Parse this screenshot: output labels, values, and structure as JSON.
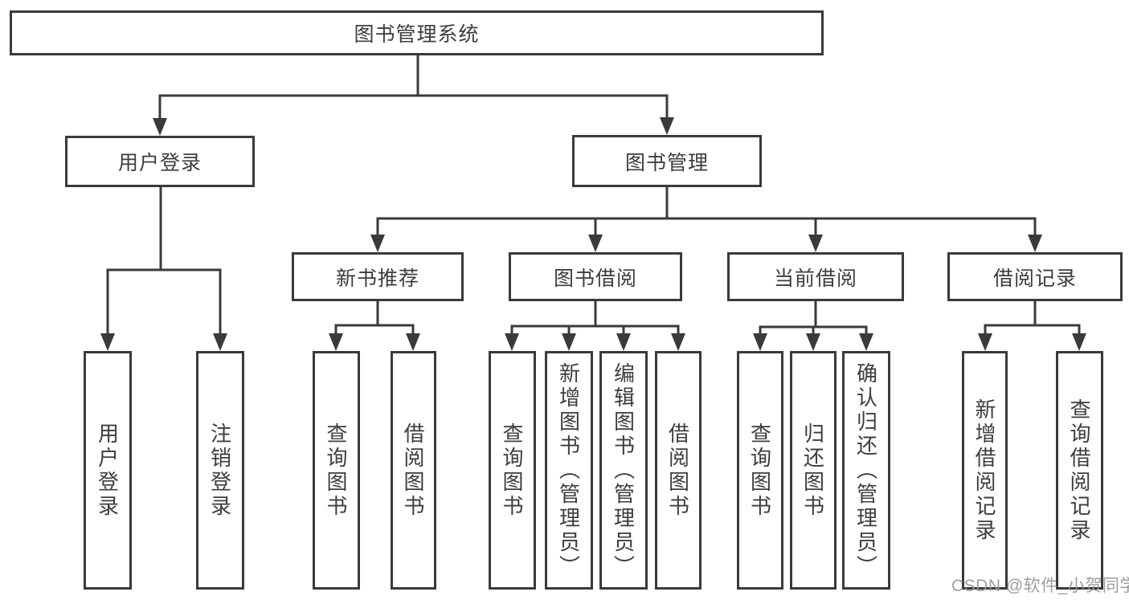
{
  "tree": {
    "root": {
      "label": "图书管理系统"
    },
    "branches": [
      {
        "label": "用户登录",
        "leaves": [
          "用户登录",
          "注销登录"
        ]
      },
      {
        "label": "图书管理",
        "groups": [
          {
            "label": "新书推荐",
            "leaves": [
              "查询图书",
              "借阅图书"
            ]
          },
          {
            "label": "图书借阅",
            "leaves": [
              "查询图书",
              "新增图书（管理员）",
              "编辑图书（管理员）",
              "借阅图书"
            ]
          },
          {
            "label": "当前借阅",
            "leaves": [
              "查询图书",
              "归还图书",
              "确认归还（管理员）"
            ]
          },
          {
            "label": "借阅记录",
            "leaves": [
              "新增借阅记录",
              "查询借阅记录"
            ]
          }
        ]
      }
    ]
  },
  "watermark": "CSDN @软件_小贺同学",
  "colors": {
    "line": "#3a3a3a",
    "text": "#3d3d3d",
    "background": "#ffffff",
    "watermark": "#969696"
  }
}
